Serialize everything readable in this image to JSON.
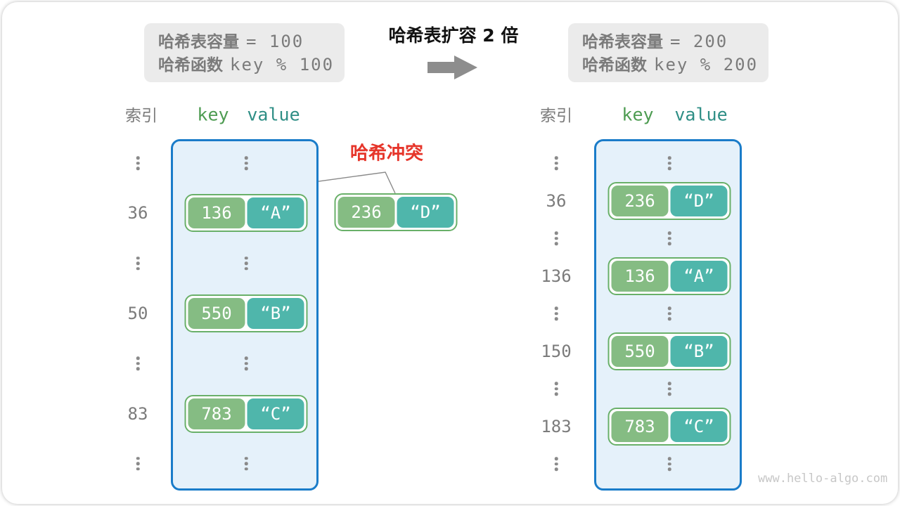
{
  "captions": {
    "left": {
      "line1_label": "哈希表容量",
      "line1_code": "= 100",
      "line2_label": "哈希函数",
      "line2_code": "key % 100"
    },
    "right": {
      "line1_label": "哈希表容量",
      "line1_code": "= 200",
      "line2_label": "哈希函数",
      "line2_code": "key % 200"
    }
  },
  "center": {
    "title": "哈希表扩容 2 倍",
    "arrow_icon": "right-arrow"
  },
  "collision": {
    "label": "哈希冲突"
  },
  "collision_pair": {
    "key": "236",
    "value": "“D”"
  },
  "tables": {
    "left": {
      "headers": {
        "index": "索引",
        "key": "key",
        "value": "value"
      },
      "rows": [
        {
          "dots": true
        },
        {
          "index": "36",
          "key": "136",
          "value": "“A”"
        },
        {
          "dots": true
        },
        {
          "index": "50",
          "key": "550",
          "value": "“B”"
        },
        {
          "dots": true
        },
        {
          "index": "83",
          "key": "783",
          "value": "“C”"
        },
        {
          "dots": true
        }
      ]
    },
    "right": {
      "headers": {
        "index": "索引",
        "key": "key",
        "value": "value"
      },
      "rows": [
        {
          "dots": true
        },
        {
          "index": "36",
          "key": "236",
          "value": "“D”"
        },
        {
          "dots": true
        },
        {
          "index": "136",
          "key": "136",
          "value": "“A”"
        },
        {
          "dots": true
        },
        {
          "index": "150",
          "key": "550",
          "value": "“B”"
        },
        {
          "dots": true
        },
        {
          "index": "183",
          "key": "783",
          "value": "“C”"
        },
        {
          "dots": true
        }
      ]
    }
  },
  "watermark": {
    "text": "www.hello-algo.com"
  },
  "colors": {
    "caption_bg": "#EBEBEB",
    "text_gray": "#7B7B7B",
    "arrow_gray": "#8D8D8D",
    "dots_gray": "#8A8A8A",
    "container_fill": "#E5F1FA",
    "container_border": "#1A7CC9",
    "key_fill": "#85BC83",
    "value_fill": "#4FB6AB",
    "pair_border": "#69B069",
    "header_key": "#4E9C52",
    "header_value": "#2E8E85",
    "collision_red": "#E6352A",
    "watermark_gray": "#C7C7C7"
  }
}
